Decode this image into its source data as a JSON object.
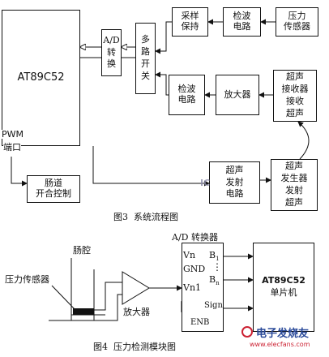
{
  "fig3": {
    "caption": "图3  系统流程图",
    "mcu": "AT89C52",
    "pwm_line1": "PWM",
    "pwm_line2": "端口",
    "ad": [
      "A/D",
      "转",
      "换"
    ],
    "mux": [
      "多",
      "路",
      "开",
      "关"
    ],
    "sample_hold": [
      "采样",
      "保持"
    ],
    "detect1": [
      "检波",
      "电路"
    ],
    "pressure_sensor": [
      "压力",
      "传感器"
    ],
    "detect2": [
      "检波",
      "电路"
    ],
    "amplifier": "放大器",
    "us_receiver": [
      "超声",
      "接收器",
      "接收",
      "超声"
    ],
    "gut_control": [
      "肠道",
      "开合控制"
    ],
    "us_drive": [
      "超声",
      "发射",
      "电路"
    ],
    "us_transmitter": [
      "超声",
      "发生器",
      "发射",
      "超声"
    ]
  },
  "fig4": {
    "caption": "图4  压力检测模块图",
    "ad_title": "A/D 转换器",
    "pins_left": [
      "Vn",
      "GND",
      "Vn1"
    ],
    "pin_b1": "B",
    "pin_b1_sub": "1",
    "pin_dots": "⋮",
    "pin_bn": "B",
    "pin_bn_sub": "n",
    "pin_sign": "Sign",
    "pin_enb": "ENB",
    "gut_cavity": "肠腔",
    "pressure_sensor": "压力传感器",
    "amplifier": "放大器",
    "mcu_line1": "AT89C52",
    "mcu_line2": "单片机"
  },
  "watermark": {
    "logo": "电子发烧友",
    "url": "www.elecfans.com",
    "overlay": "IC"
  }
}
